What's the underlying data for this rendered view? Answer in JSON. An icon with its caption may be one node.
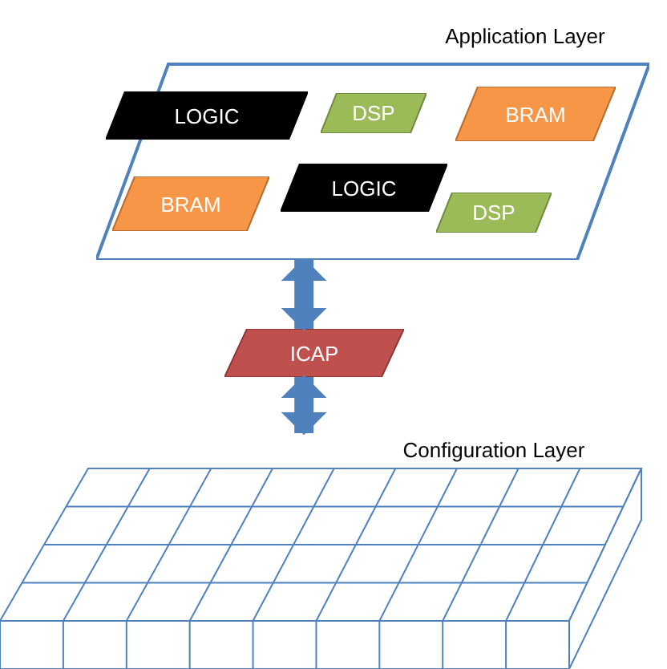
{
  "diagram": {
    "nodes": [
      {
        "text": [
          "Application Layer"
        ]
      },
      {
        "text": [
          "LOGIC"
        ],
        "in": 0
      },
      {
        "text": [
          "DSP"
        ],
        "in": 0
      },
      {
        "text": [
          "BRAM"
        ],
        "in": 0
      },
      {
        "text": [
          "BRAM"
        ],
        "in": 0
      },
      {
        "text": [
          "LOGIC"
        ],
        "in": 0
      },
      {
        "text": [
          "DSP"
        ],
        "in": 0
      },
      {
        "text": [
          "ICAP"
        ]
      },
      {
        "text": [
          "Configuration Layer"
        ]
      }
    ],
    "edges": [
      {
        "from": 0,
        "to": 7,
        "arrow": "both"
      },
      {
        "from": 7,
        "to": 8,
        "arrow": "both"
      }
    ]
  }
}
